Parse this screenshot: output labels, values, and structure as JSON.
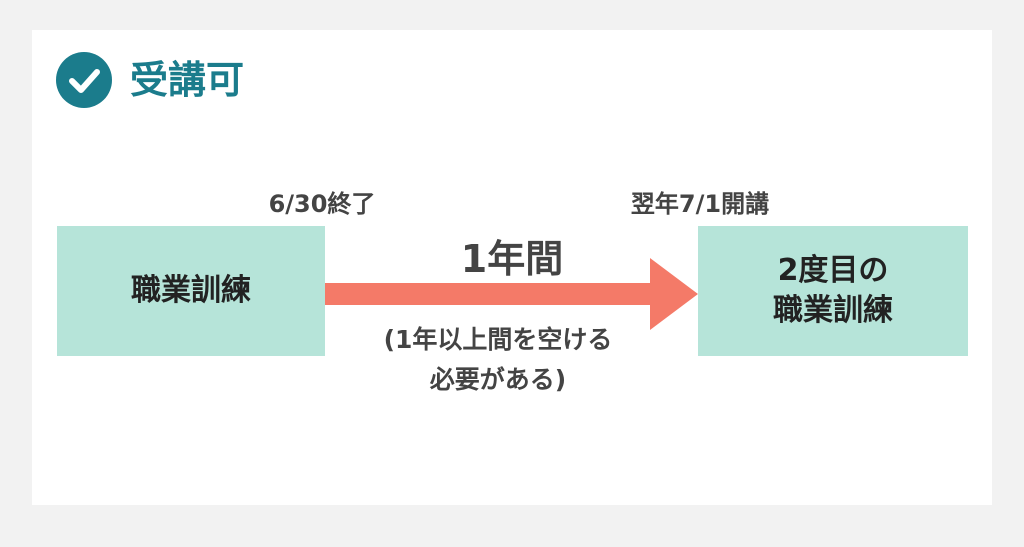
{
  "header": {
    "icon": "check-circle-icon",
    "title": "受講可"
  },
  "colors": {
    "accent": "#1b7c8c",
    "box": "#b6e4d9",
    "arrow": "#f47a68"
  },
  "diagram": {
    "first_box": "職業訓練",
    "end_label": "6/30終了",
    "start_label": "翌年7/1開講",
    "period": "1年間",
    "note_line1": "(1年以上間を空ける",
    "note_line2": "必要がある)",
    "second_box_line1": "2度目の",
    "second_box_line2": "職業訓練"
  }
}
